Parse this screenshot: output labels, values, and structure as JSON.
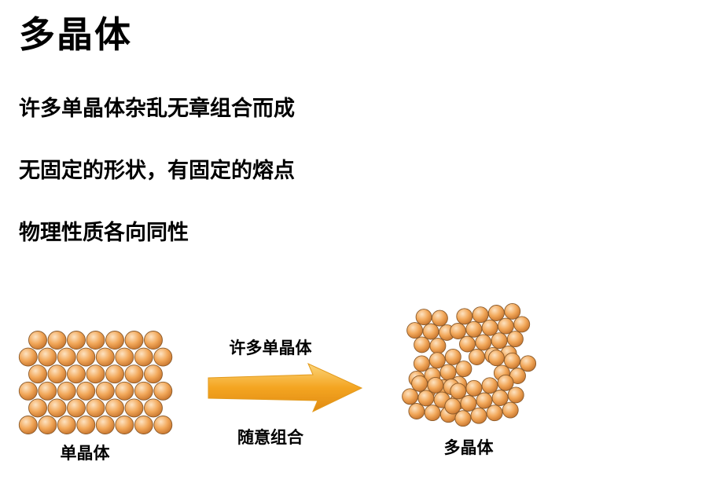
{
  "title": "多晶体",
  "bullets": [
    "许多单晶体杂乱无章组合而成",
    "无固定的形状，有固定的熔点",
    "物理性质各向同性"
  ],
  "illustration": {
    "single_crystal_label": "单晶体",
    "arrow_top_label": "许多单晶体",
    "arrow_bottom_label": "随意组合",
    "polycrystal_label": "多晶体",
    "atom_color": "#f2a85a",
    "atom_highlight_color": "#fde3c2",
    "atom_edge_color": "#8a5a2b",
    "arrow_color": "#f4a521",
    "arrow_light_color": "#fbd57a"
  }
}
